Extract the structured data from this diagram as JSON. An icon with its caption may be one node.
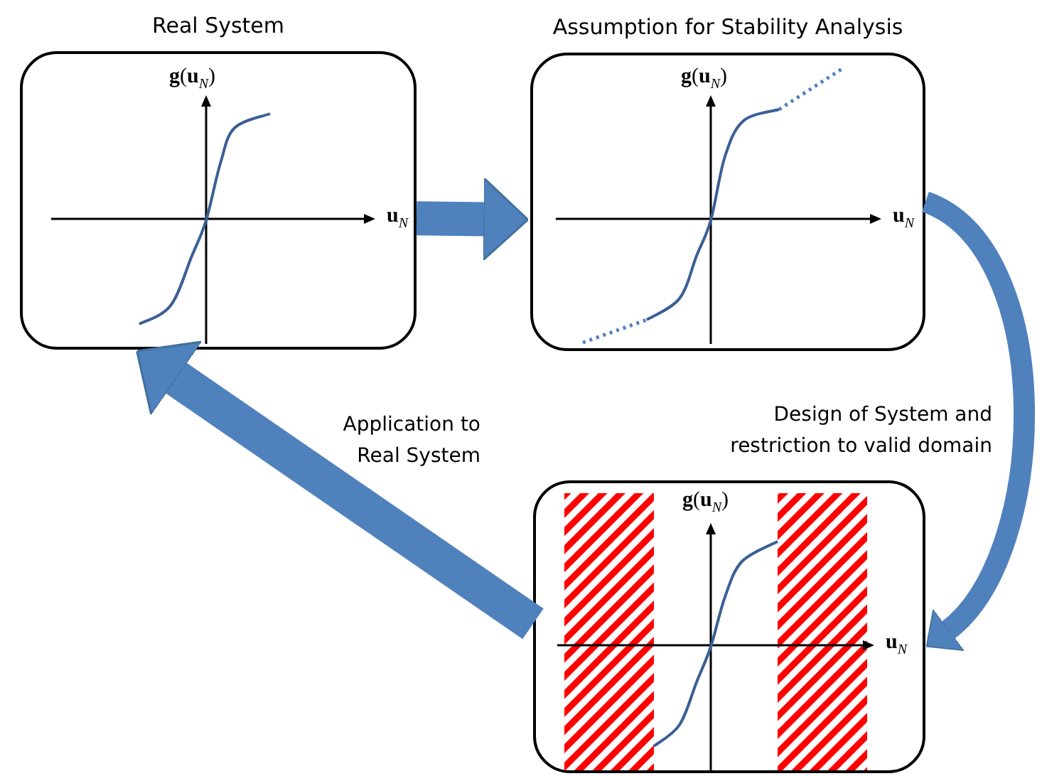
{
  "diagram": {
    "nodes": [
      {
        "text": [
          "Real System"
        ]
      },
      {
        "text": [
          "Assumption for Stability Analysis"
        ]
      },
      {
        "text": [],
        "shape": "box"
      }
    ],
    "edges": [
      {
        "from": 0,
        "to": 1,
        "arrow": "to"
      },
      {
        "from": 1,
        "to": 2,
        "arrow": "to",
        "label": "Design of System and restriction to valid domain"
      },
      {
        "from": 2,
        "to": 0,
        "arrow": "to",
        "label": "Application to Real System"
      }
    ],
    "labels": [
      "**g**(**u**$_{N}$)",
      "**u**$_{N}$",
      "**g**(**u**$_{N}$)",
      "**u**$_{N}$",
      "**g**(**u**$_{N}$)",
      "**u**$_{N}$"
    ]
  }
}
